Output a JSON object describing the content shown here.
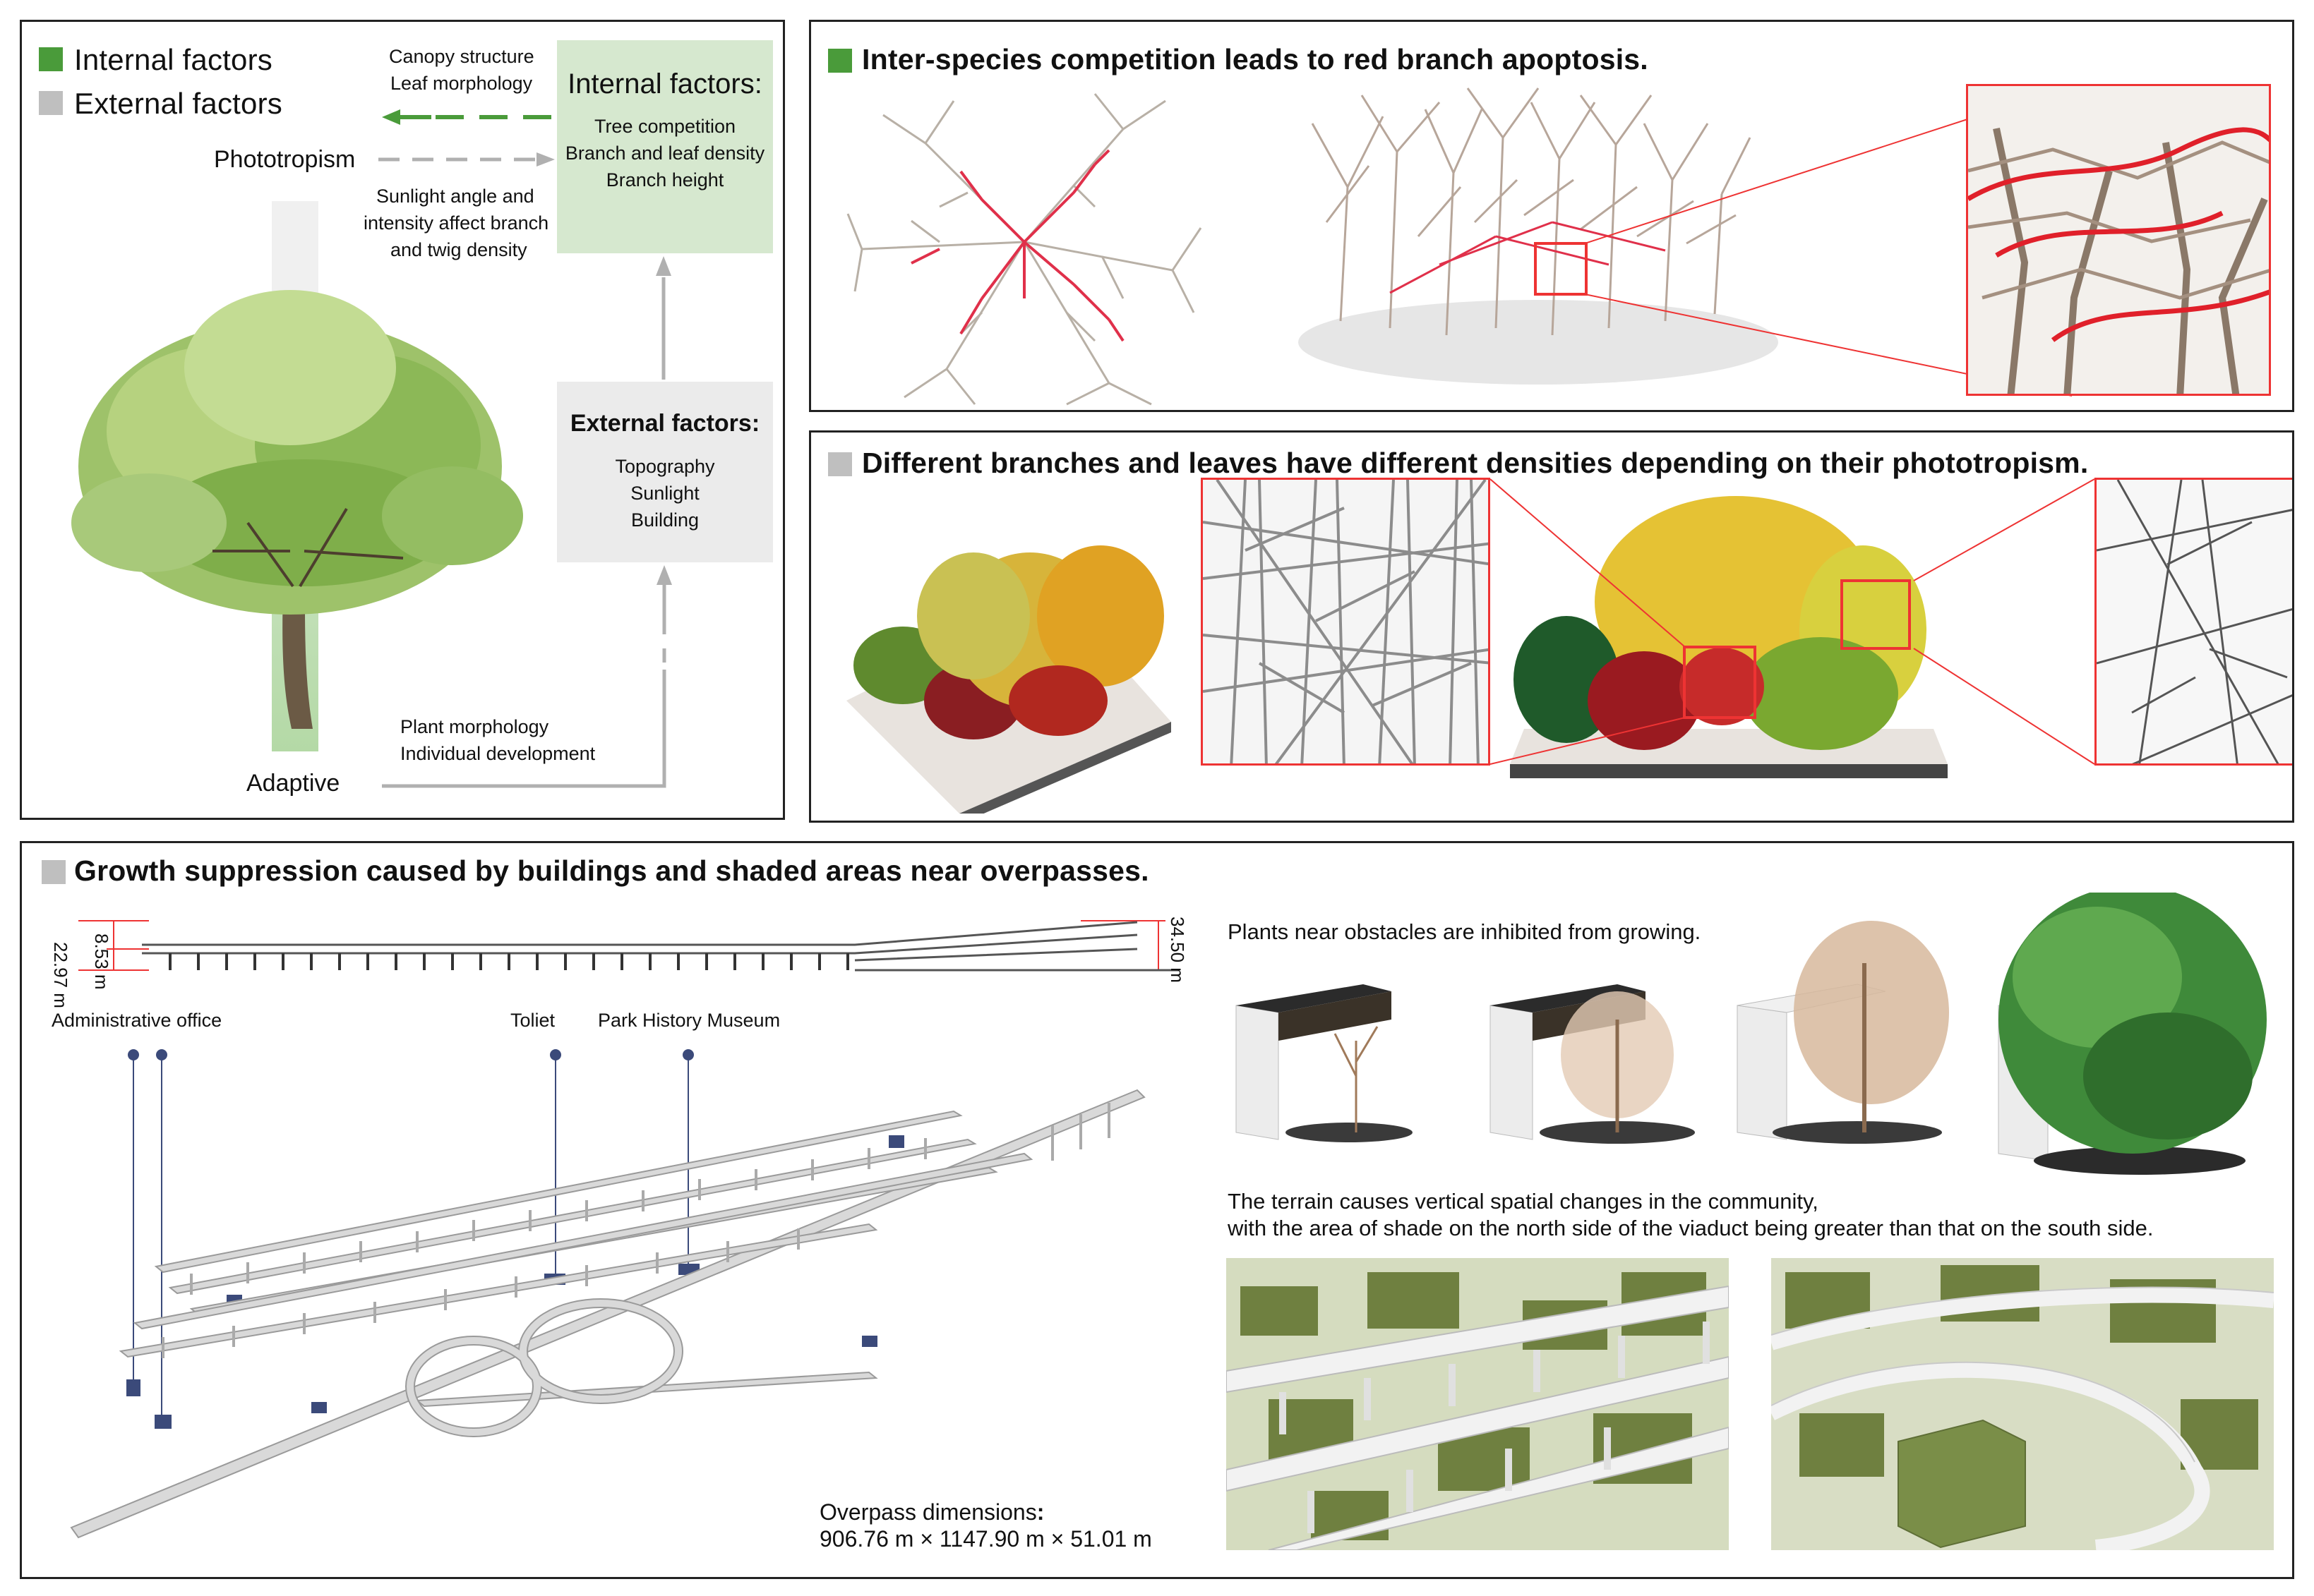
{
  "colors": {
    "internal": "#4a9b3a",
    "external": "#bfbfbf",
    "internal_box": "#d6e8cf",
    "external_box": "#ebebeb",
    "highlight": "#e53030",
    "marker": "#3b4a7a"
  },
  "factors_panel": {
    "legend_internal": "Internal factors",
    "legend_external": "External factors",
    "internal_notes": [
      "Canopy structure",
      "Leaf morphology"
    ],
    "phototropism": "Phototropism",
    "sunlight_note": [
      "Sunlight angle and",
      "intensity affect branch",
      "and twig density"
    ],
    "internal_box_title": "Internal factors:",
    "internal_box_items": [
      "Tree competition",
      "Branch and leaf density",
      "Branch height"
    ],
    "external_box_title": "External factors:",
    "external_box_items": [
      "Topography",
      "Sunlight",
      "Building"
    ],
    "plant_notes": [
      "Plant morphology",
      "Individual development"
    ],
    "adaptive": "Adaptive"
  },
  "competition_panel": {
    "title": "Inter-species competition leads to red branch apoptosis."
  },
  "density_panel": {
    "title": "Different branches and leaves have different densities depending on their phototropism."
  },
  "overpass_panel": {
    "title": "Growth suppression caused by  buildings and shaded areas near overpasses.",
    "dim_22": "22.97 m",
    "dim_8": "8.53 m",
    "dim_34": "34.50 m",
    "labels": {
      "admin": "Administrative office",
      "toilet": "Toliet",
      "museum": "Park History Museum"
    },
    "dimensions_label": "Overpass dimensions",
    "dimensions_colon": ":",
    "dimensions_value": "906.76 m × 1147.90 m × 51.01 m",
    "obstacle_caption": "Plants near obstacles are inhibited from growing.",
    "terrain_caption_1": "The terrain causes vertical spatial changes in the community,",
    "terrain_caption_2": "with the area of shade on the north side of the viaduct being greater than that on the south side."
  }
}
